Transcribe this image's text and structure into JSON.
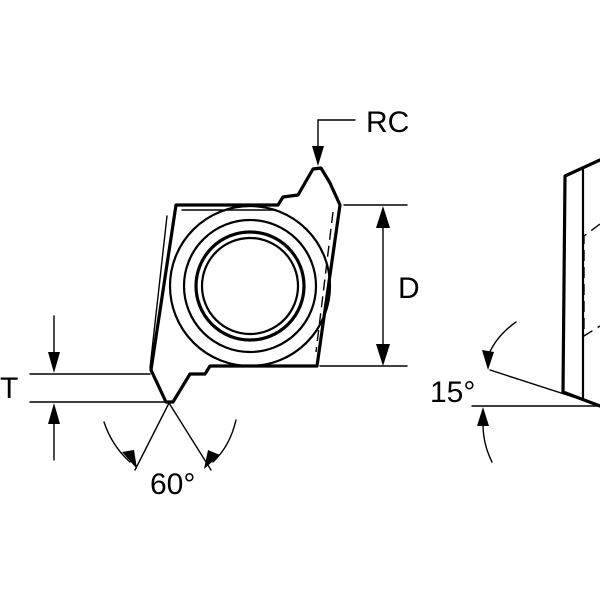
{
  "labels": {
    "corner_radius": "RC",
    "inscribed_circle": "D",
    "thickness": "T",
    "included_angle": "60°",
    "clearance_angle": "15°"
  }
}
